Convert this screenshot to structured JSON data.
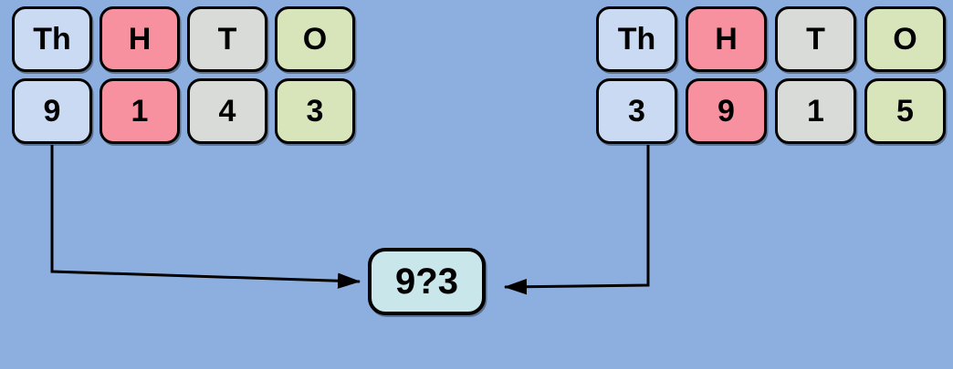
{
  "colors": {
    "background": "#8dafdf",
    "thousands_card": "#c9daf2",
    "hundreds_card": "#f7909f",
    "tens_card": "#d8dbd8",
    "ones_card": "#d8e5ba",
    "comparison_box": "#c9e6ea",
    "arrow": "#000000",
    "card_border": "#000000",
    "text": "#000000"
  },
  "headers": [
    "Th",
    "H",
    "T",
    "O"
  ],
  "left_number": {
    "digits": [
      "9",
      "1",
      "4",
      "3"
    ]
  },
  "right_number": {
    "digits": [
      "3",
      "9",
      "1",
      "5"
    ]
  },
  "comparison_box": {
    "text": "9?3"
  }
}
